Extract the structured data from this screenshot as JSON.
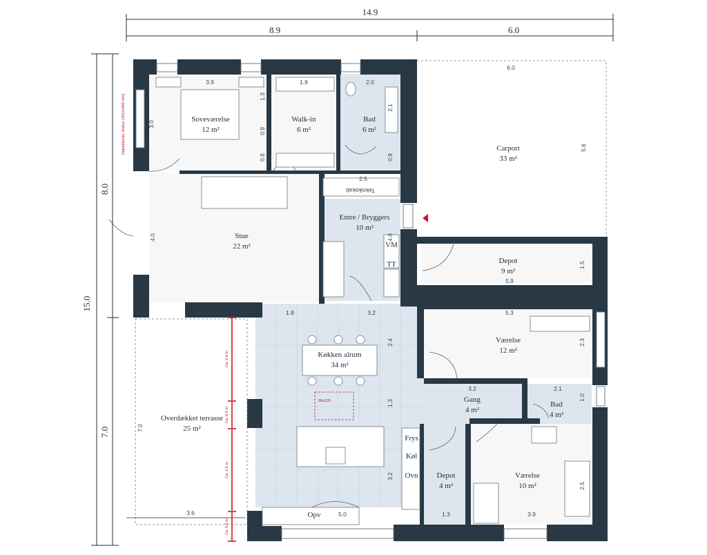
{
  "outer_dims": {
    "top_total": "14.9",
    "top_left": "8.9",
    "top_right": "6.0",
    "left_total": "15.0",
    "left_upper": "8.0",
    "left_lower": "7.0"
  },
  "rooms": {
    "bedroom_name": "Soveværelse",
    "bedroom_area": "12 m²",
    "walkin_name": "Walk-in",
    "walkin_area": "6 m²",
    "bath1_name": "Bad",
    "bath1_area": "6 m²",
    "carport_name": "Carport",
    "carport_area": "33 m²",
    "entry_name": "Entre / Bryggers",
    "entry_area": "10 m²",
    "living_name": "Stue",
    "living_area": "22 m²",
    "depot1_name": "Depot",
    "depot1_area": "9 m²",
    "room2_name": "Værelse",
    "room2_area": "12 m²",
    "kitchen_name": "Køkken alrum",
    "kitchen_area": "34 m²",
    "hall_name": "Gang",
    "hall_area": "4 m²",
    "bath2_name": "Bad",
    "bath2_area": "4 m²",
    "terrace_name": "Overdækket terrasse",
    "terrace_area": "25 m²",
    "depot2_name": "Depot",
    "depot2_area": "4 m²",
    "room3_name": "Værelse",
    "room3_area": "10 m²"
  },
  "fixtures": {
    "freezer": "Frys",
    "fridge": "Køl",
    "oven": "Ovn",
    "dishwasher": "Opv",
    "washer": "VM",
    "dryer": "TT",
    "tech_cabinet": "Teknikskab",
    "hood": "90x120"
  },
  "inner_dims": {
    "d1": "3.9",
    "d2": "1.3",
    "d3": "1.9",
    "d4": "2.0",
    "d5": "2.1",
    "d6": "3.0",
    "d7": "0.9",
    "d8": "0.8",
    "d9": "0.9",
    "d10": "2.5",
    "d11": "6.0",
    "d12": "5.6",
    "d13": "4.0",
    "d14": "4.0",
    "d15": "1.5",
    "d16": "5.9",
    "d17": "1.8",
    "d18": "3.2",
    "d19": "5.3",
    "d20": "2.4",
    "d21": "2.3",
    "d22": "3.2",
    "d23": "2.1",
    "d24": "1.0",
    "d25": "1.3",
    "d26": "7.0",
    "d27": "3.2",
    "d28": "2.5",
    "d29": "3.6",
    "d30": "5.0",
    "d31": "1.3",
    "d32": "3.9"
  },
  "red_notes": {
    "window_note": "Højsiddende vindue (1812x400 mm)",
    "s1": "Ca. 2.6 m",
    "s2": "Ca. 0.9 m",
    "s3": "Ca. 2.6 m",
    "s4": "Ca. 0.9 m"
  }
}
